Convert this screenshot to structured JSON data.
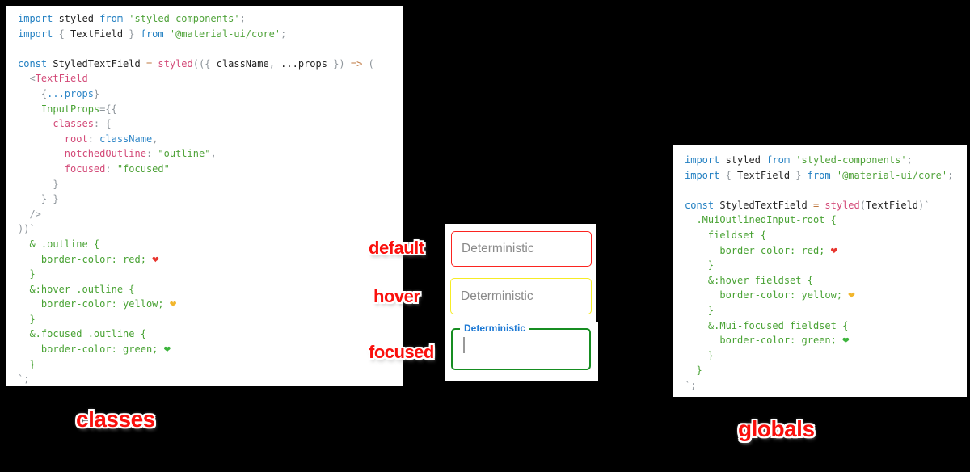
{
  "colors": {
    "background": "#000000",
    "code_bg": "#ffffff",
    "accent_red": "#fa100d",
    "border_default": "#fb2420",
    "border_hover": "#f6ec25",
    "border_focused": "#168d21",
    "focused_label_blue": "#1d79d4",
    "placeholder_gray": "#8a8a8a"
  },
  "annotations": {
    "left_caption": "classes",
    "right_caption": "globals",
    "state_labels": [
      "default",
      "hover",
      "focused"
    ]
  },
  "demo": {
    "fields": [
      {
        "state": "default",
        "placeholder": "Deterministic"
      },
      {
        "state": "hover",
        "placeholder": "Deterministic"
      },
      {
        "state": "focused",
        "label": "Deterministic",
        "value": ""
      }
    ]
  },
  "code_blocks": {
    "left": {
      "caption": "classes",
      "lines": [
        [
          [
            "kw",
            "import "
          ],
          [
            "id",
            "styled "
          ],
          [
            "kw",
            "from "
          ],
          [
            "str",
            "'styled-components'"
          ],
          [
            "punct",
            ";"
          ]
        ],
        [
          [
            "kw",
            "import "
          ],
          [
            "punct",
            "{ "
          ],
          [
            "id",
            "TextField "
          ],
          [
            "punct",
            "} "
          ],
          [
            "kw",
            "from "
          ],
          [
            "str",
            "'@material-ui/core'"
          ],
          [
            "punct",
            ";"
          ]
        ],
        [],
        [
          [
            "kw",
            "const "
          ],
          [
            "id",
            "StyledTextField "
          ],
          [
            "op",
            "= "
          ],
          [
            "name",
            "styled"
          ],
          [
            "punct",
            "(({ "
          ],
          [
            "id",
            "className"
          ],
          [
            "punct",
            ", "
          ],
          [
            "id",
            "...props "
          ],
          [
            "punct",
            "}) "
          ],
          [
            "op",
            "=>"
          ],
          [
            "punct",
            " ("
          ]
        ],
        [
          [
            "punct",
            "  <"
          ],
          [
            "name",
            "TextField"
          ]
        ],
        [
          [
            "punct",
            "    {"
          ],
          [
            "prop",
            "...props"
          ],
          [
            "punct",
            "}"
          ]
        ],
        [
          [
            "css",
            "    InputProps"
          ],
          [
            "punct",
            "={{"
          ]
        ],
        [
          [
            "name",
            "      classes"
          ],
          [
            "punct",
            ": {"
          ]
        ],
        [
          [
            "name",
            "        root"
          ],
          [
            "punct",
            ": "
          ],
          [
            "prop",
            "className"
          ],
          [
            "punct",
            ","
          ]
        ],
        [
          [
            "name",
            "        notchedOutline"
          ],
          [
            "punct",
            ": "
          ],
          [
            "str",
            "\"outline\""
          ],
          [
            "punct",
            ","
          ]
        ],
        [
          [
            "name",
            "        focused"
          ],
          [
            "punct",
            ": "
          ],
          [
            "str",
            "\"focused\""
          ]
        ],
        [
          [
            "punct",
            "      }"
          ]
        ],
        [
          [
            "punct",
            "    } }"
          ]
        ],
        [
          [
            "punct",
            "  />"
          ]
        ],
        [
          [
            "punct",
            "))`"
          ]
        ],
        [
          [
            "css",
            "  & .outline {"
          ]
        ],
        [
          [
            "css",
            "    border-color: red; "
          ],
          [
            "hr",
            "❤"
          ]
        ],
        [
          [
            "css",
            "  }"
          ]
        ],
        [
          [
            "css",
            "  &:hover .outline {"
          ]
        ],
        [
          [
            "css",
            "    border-color: yellow; "
          ],
          [
            "hy",
            "❤"
          ]
        ],
        [
          [
            "css",
            "  }"
          ]
        ],
        [
          [
            "css",
            "  &.focused .outline {"
          ]
        ],
        [
          [
            "css",
            "    border-color: green; "
          ],
          [
            "hg",
            "❤"
          ]
        ],
        [
          [
            "css",
            "  }"
          ]
        ],
        [
          [
            "punct",
            "`;"
          ]
        ]
      ]
    },
    "right": {
      "caption": "globals",
      "lines": [
        [
          [
            "kw",
            "import "
          ],
          [
            "id",
            "styled "
          ],
          [
            "kw",
            "from "
          ],
          [
            "str",
            "'styled-components'"
          ],
          [
            "punct",
            ";"
          ]
        ],
        [
          [
            "kw",
            "import "
          ],
          [
            "punct",
            "{ "
          ],
          [
            "id",
            "TextField "
          ],
          [
            "punct",
            "} "
          ],
          [
            "kw",
            "from "
          ],
          [
            "str",
            "'@material-ui/core'"
          ],
          [
            "punct",
            ";"
          ]
        ],
        [],
        [
          [
            "kw",
            "const "
          ],
          [
            "id",
            "StyledTextField "
          ],
          [
            "op",
            "= "
          ],
          [
            "name",
            "styled"
          ],
          [
            "punct",
            "("
          ],
          [
            "id",
            "TextField"
          ],
          [
            "punct",
            ")`"
          ]
        ],
        [
          [
            "css",
            "  .MuiOutlinedInput-root {"
          ]
        ],
        [
          [
            "css",
            "    fieldset {"
          ]
        ],
        [
          [
            "css",
            "      border-color: red; "
          ],
          [
            "hr",
            "❤"
          ]
        ],
        [
          [
            "css",
            "    }"
          ]
        ],
        [
          [
            "css",
            "    &:hover fieldset {"
          ]
        ],
        [
          [
            "css",
            "      border-color: yellow; "
          ],
          [
            "hy",
            "❤"
          ]
        ],
        [
          [
            "css",
            "    }"
          ]
        ],
        [
          [
            "css",
            "    &.Mui-focused fieldset {"
          ]
        ],
        [
          [
            "css",
            "      border-color: green; "
          ],
          [
            "hg",
            "❤"
          ]
        ],
        [
          [
            "css",
            "    }"
          ]
        ],
        [
          [
            "css",
            "  }"
          ]
        ],
        [
          [
            "punct",
            "`;"
          ]
        ]
      ]
    }
  }
}
